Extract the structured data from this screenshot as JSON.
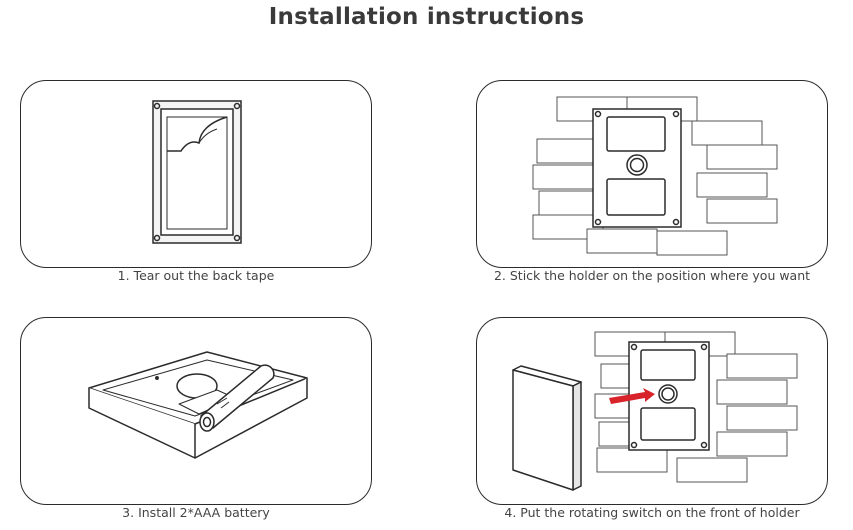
{
  "title": "Installation instructions",
  "steps": [
    {
      "caption": "1. Tear out the back tape",
      "icon": "holder-peel-tape-illustration"
    },
    {
      "caption": "2. Stick the holder on the position where you want",
      "icon": "holder-on-wall-illustration"
    },
    {
      "caption": "3. Install 2*AAA battery",
      "icon": "battery-install-illustration"
    },
    {
      "caption": "4. Put the rotating switch on the front of holder",
      "icon": "switch-mount-illustration"
    }
  ],
  "colors": {
    "line": "#2b2b2b",
    "arrow": "#d8232a",
    "text": "#333333"
  }
}
